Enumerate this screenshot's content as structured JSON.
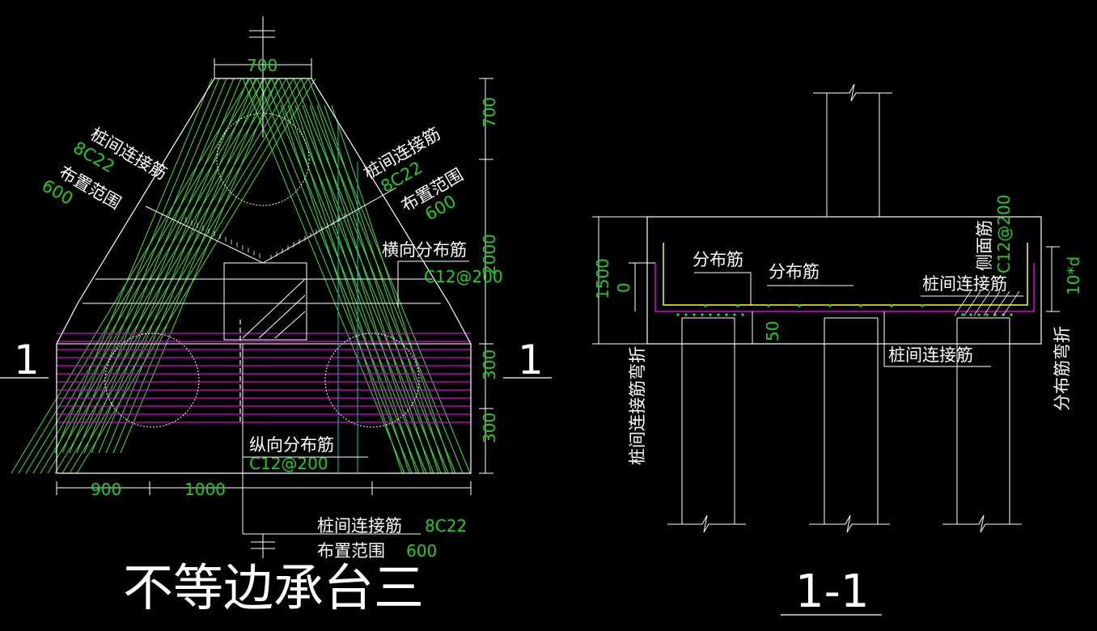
{
  "plan": {
    "title": "不等边承台三",
    "section_marker": "1",
    "dims_top": "700",
    "dims_right": [
      "700",
      "2000",
      "300",
      "300"
    ],
    "dims_bottom": [
      "900",
      "1000"
    ],
    "left_callout": {
      "line1": "桩间连接筋",
      "line2": "8C22",
      "line3": "布置范围",
      "line4": "600"
    },
    "right_callout": {
      "line1": "桩间连接筋",
      "line2": "8C22",
      "line3": "布置范围",
      "line4": "600"
    },
    "transverse": {
      "label": "横向分布筋",
      "spec": "C12@200"
    },
    "longitudinal": {
      "label": "纵向分布筋",
      "spec": "C12@200"
    },
    "bottom_callout": {
      "label": "桩间连接筋",
      "spec": "8C22",
      "range_label": "布置范围",
      "range": "600"
    }
  },
  "section": {
    "title": "1-1",
    "dims_left": [
      "1500",
      "0"
    ],
    "dim_50": "50",
    "dim_10d": "10*d",
    "labels": {
      "dist1": "分布筋",
      "dist2": "分布筋",
      "side_bar": "侧面筋",
      "side_spec": "C12@200",
      "pile_conn_top": "桩间连接筋",
      "pile_conn_bottom": "桩间连接筋",
      "left_vertical": "桩间连接筋弯折",
      "right_vertical": "分布筋弯折"
    }
  },
  "colors": {
    "background": "#000000",
    "line": "#ffffff",
    "text_green": "#19d219",
    "rebar_green": "#36e836",
    "magenta": "#e000e0",
    "cyan": "#00c8c8",
    "yellow": "#ffff00"
  }
}
